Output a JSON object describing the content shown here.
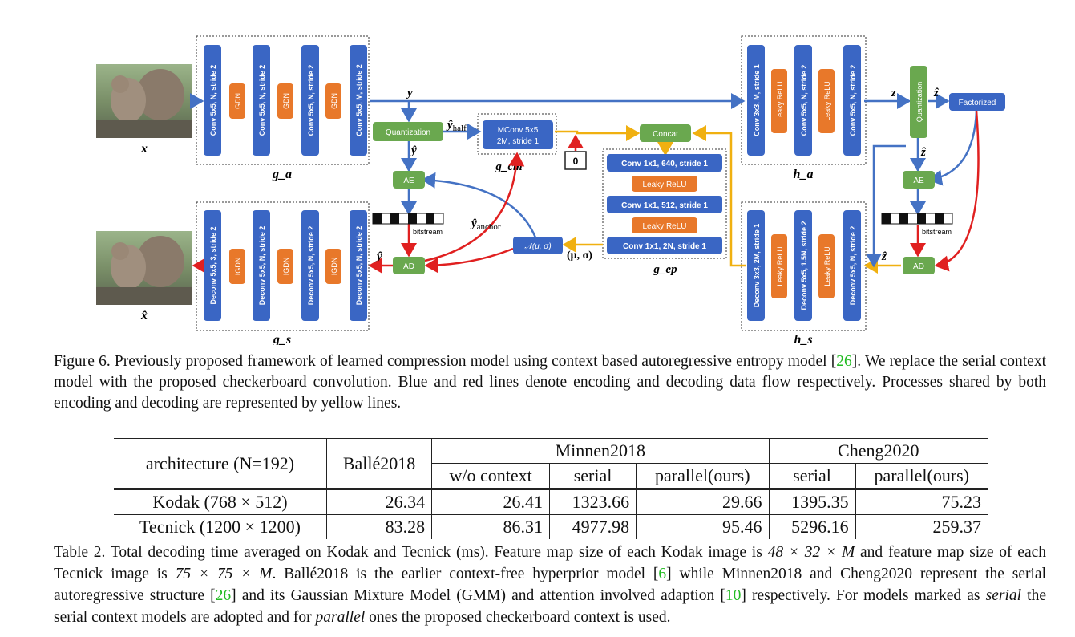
{
  "figure": {
    "modules": {
      "ga": "g_a",
      "gs": "g_s",
      "ha": "h_a",
      "hs": "h_s",
      "gcm": "g_cm",
      "gep": "g_ep"
    },
    "ga_blocks": [
      "Conv 5x5, N, stride 2",
      "GDN",
      "Conv 5x5, N, stride 2",
      "GDN",
      "Conv 5x5, N, stride 2",
      "GDN",
      "Conv 5x5, M, stride 2"
    ],
    "gs_blocks": [
      "Deconv 5x5, 3, stride 2",
      "IGDN",
      "Deconv 5x5, N, stride 2",
      "IGDN",
      "Deconv 5x5, N, stride 2",
      "IGDN",
      "Deconv 5x5, N, stride 2"
    ],
    "ha_blocks": [
      "Conv 3x3, M, stride 1",
      "Leaky ReLU",
      "Conv 5x5, N, stride 2",
      "Leaky ReLU",
      "Conv 5x5, N, stride 2"
    ],
    "hs_blocks": [
      "Deconv 3x3, 2M, stride 1",
      "Leaky ReLU",
      "Deconv 5x5, 1.5N, stride 2",
      "Leaky ReLU",
      "Deconv 5x5, N, stride 2"
    ],
    "gep_blocks": [
      "Conv 1x1, 640, stride 1",
      "Leaky ReLU",
      "Conv 1x1, 512, stride 1",
      "Leaky ReLU",
      "Conv 1x1, 2N, stride 1"
    ],
    "quantization": "Quantization",
    "quantization2": "Quantization",
    "mconv": [
      "MConv 5x5",
      "2M, stride 1"
    ],
    "concat": "Concat",
    "zero": "0",
    "ae": "AE",
    "ad": "AD",
    "ae2": "AE",
    "ad2": "AD",
    "factorized": "Factorized",
    "normal": "𝒩(μ, σ)",
    "bitstream": "bitstream",
    "bitstream2": "bitstream",
    "labels": {
      "x": "x",
      "xhat": "x̂",
      "y": "y",
      "yhat": "ŷ",
      "yhat2": "ŷ",
      "yhalf": "ŷ",
      "yhalf_sub": "half",
      "yanchor": "ŷ",
      "yanchor_sub": "anchor",
      "musigma": "(μ, σ)",
      "z": "z",
      "zhat": "ẑ",
      "zhat2": "ẑ",
      "zhat3": "ẑ"
    }
  },
  "caption": {
    "lead": "Figure 6.",
    "text1": " Previously proposed framework of learned compression model using context based autoregressive entropy model ",
    "ref": "26",
    "text2": ". We replace the serial context model with the proposed checkerboard convolution. Blue and red lines denote encoding and decoding data flow respectively. Processes shared by both encoding and decoding are represented by yellow lines."
  },
  "table": {
    "col_arch": "architecture (N=192)",
    "col_balle": "Ballé2018",
    "group_minnen": "Minnen2018",
    "group_cheng": "Cheng2020",
    "sub": [
      "w/o context",
      "serial",
      "parallel(ours)",
      "serial",
      "parallel(ours)"
    ],
    "rows": [
      {
        "name": "Kodak (768 × 512)",
        "vals": [
          "26.34",
          "26.41",
          "1323.66",
          "29.66",
          "1395.35",
          "75.23"
        ]
      },
      {
        "name": "Tecnick (1200 × 1200)",
        "vals": [
          "83.28",
          "86.31",
          "4977.98",
          "95.46",
          "5296.16",
          "259.37"
        ]
      }
    ]
  },
  "table_caption": {
    "p1": "Table 2. Total decoding time averaged on Kodak and Tecnick (ms). Feature map size of each Kodak image is ",
    "m1": "48 × 32 × M",
    "p2": " and feature map size of each Tecnick image is ",
    "m2": "75 × 75 × M",
    "p3": ". Ballé2018 is the earlier context-free hyperprior model [",
    "r1": "6",
    "p4": "] while Minnen2018 and Cheng2020 represent the serial autoregressive structure [",
    "r2": "26",
    "p5": "] and its Gaussian Mixture Model (GMM) and attention involved adaption [",
    "r3": "10",
    "p6": "] respectively. For models marked as ",
    "serial": "serial",
    "p7": " the serial context models are adopted and for ",
    "parallel": "parallel",
    "p8": " ones the proposed checkerboard context is used."
  },
  "colors": {
    "blue": "#3a66c4",
    "orange": "#e8782a",
    "green": "#6aa84f",
    "red": "#e02020",
    "yellow": "#f0b010",
    "line_blue": "#4472c4",
    "ref": "#22bb22"
  }
}
